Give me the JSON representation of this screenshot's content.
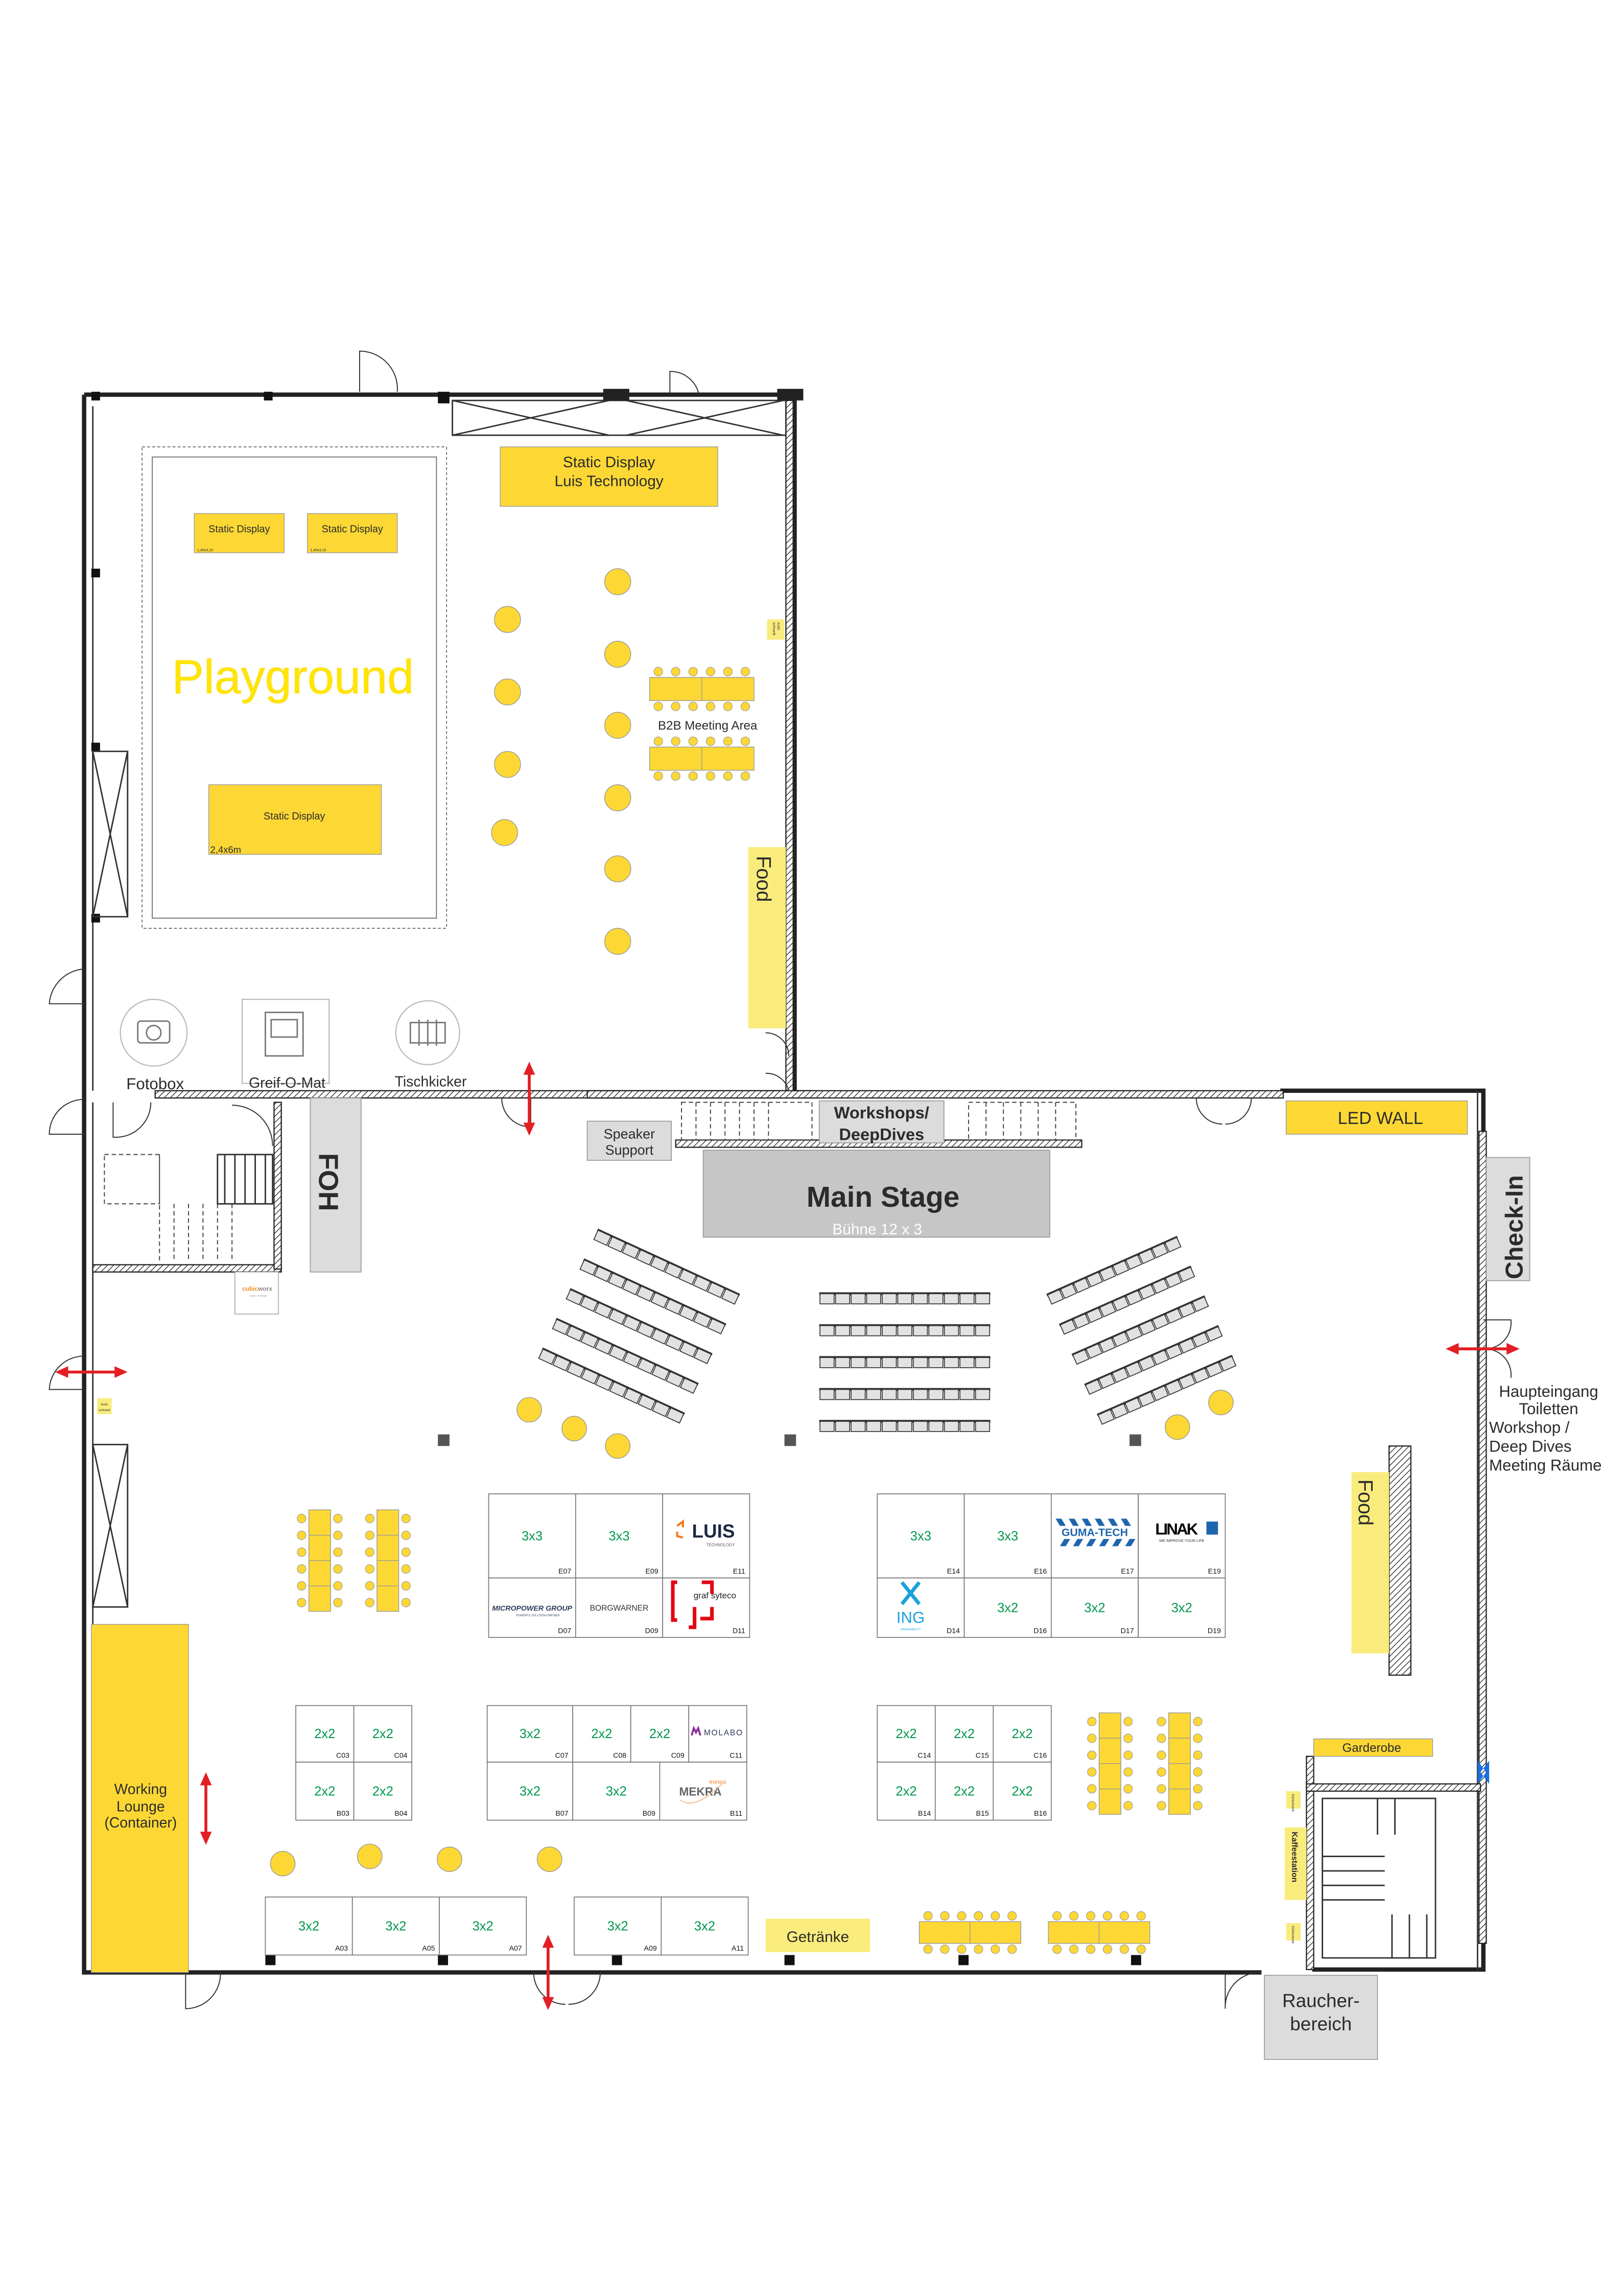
{
  "colors": {
    "yellow": "#fdd835",
    "light_yellow": "#f9ec7d",
    "gray": "#c6c6c6",
    "green": "#00994c",
    "red_arrow": "#e31e24",
    "playground": "#ffe600"
  },
  "upper_hall": {
    "playground": "Playground",
    "static_display_1": {
      "label": "Static Display",
      "size": "1,40x3,10"
    },
    "static_display_2": {
      "label": "Static Display",
      "size": "1,40x3,10"
    },
    "static_display_3": {
      "label": "Static Display",
      "size": "2,4x6m"
    },
    "static_display_luis": {
      "line1": "Static Display",
      "line2": "Luis Technology"
    },
    "b2b": "B2B Meeting Area",
    "food": "Food",
    "fridge": "Kühlschrank",
    "fridge_line1": "Kühl",
    "fridge_line2": "schrank",
    "fotobox": "Fotobox",
    "greif_o_mat": "Greif-O-Mat",
    "tischkicker": "Tischkicker"
  },
  "lower_hall": {
    "foh": "FOH",
    "speaker_support": {
      "line1": "Speaker",
      "line2": "Support"
    },
    "workshops": {
      "line1": "Workshops/",
      "line2": "DeepDives"
    },
    "main_stage": {
      "title": "Main Stage",
      "subtitle": "Bühne 12 x 3"
    },
    "led_wall": "LED WALL",
    "check_in": "Check-In",
    "entrance_info": [
      "Haupteingang",
      "Toiletten",
      "Workshop /",
      "Deep Dives",
      "Meeting Räume"
    ],
    "food": "Food",
    "working_lounge": [
      "Working",
      "Lounge",
      "(Container)"
    ],
    "getraenke": "Getränke",
    "garderobe": "Garderobe",
    "kaffeestation": "Kaffeestation",
    "raucherbereich": [
      "Raucher-",
      "bereich"
    ],
    "cubicworx": {
      "name1": "cubic",
      "name2": "worx",
      "tagline": "room of ideas"
    }
  },
  "booth_blocks": [
    {
      "name": "block-e-left",
      "booths": [
        {
          "id": "E07",
          "size": "3x3"
        },
        {
          "id": "E09",
          "size": "3x3"
        },
        {
          "id": "E11",
          "logo": "LUIS",
          "logo_sub": "TECHNOLOGY"
        },
        {
          "id": "D07",
          "logo": "MICROPOWER GROUP",
          "logo_sub": "POWERFUL SOLUTIONS PARTNER"
        },
        {
          "id": "D09",
          "logo": "BORGWARNER"
        },
        {
          "id": "D11",
          "logo": "graf syteco"
        }
      ]
    },
    {
      "name": "block-e-right",
      "booths": [
        {
          "id": "E14",
          "size": "3x3"
        },
        {
          "id": "E16",
          "size": "3x3"
        },
        {
          "id": "E17",
          "logo": "GUMA-TECH"
        },
        {
          "id": "E19",
          "logo": "LINAK",
          "logo_sub": "WE IMPROVE YOUR LIFE"
        },
        {
          "id": "D14",
          "logo": "XING",
          "logo_sub": "XINGMOBILITY"
        },
        {
          "id": "D16",
          "size": "3x2"
        },
        {
          "id": "D17",
          "size": "3x2"
        },
        {
          "id": "D19",
          "size": "3x2"
        }
      ]
    },
    {
      "name": "block-c-left",
      "booths": [
        {
          "id": "C03",
          "size": "2x2"
        },
        {
          "id": "C04",
          "size": "2x2"
        },
        {
          "id": "B03",
          "size": "2x2"
        },
        {
          "id": "B04",
          "size": "2x2"
        }
      ]
    },
    {
      "name": "block-c-middle",
      "booths": [
        {
          "id": "C07",
          "size": "3x2"
        },
        {
          "id": "C08",
          "size": "2x2"
        },
        {
          "id": "C09",
          "size": "2x2"
        },
        {
          "id": "C11",
          "logo": "MOLABO"
        },
        {
          "id": "B07",
          "size": "3x2"
        },
        {
          "id": "B09",
          "size": "3x2"
        },
        {
          "id": "B11",
          "logo": "MEKRA",
          "logo_sub": "tronics"
        }
      ]
    },
    {
      "name": "block-c-right",
      "booths": [
        {
          "id": "C14",
          "size": "2x2"
        },
        {
          "id": "C15",
          "size": "2x2"
        },
        {
          "id": "C16",
          "size": "2x2"
        },
        {
          "id": "B14",
          "size": "2x2"
        },
        {
          "id": "B15",
          "size": "2x2"
        },
        {
          "id": "B16",
          "size": "2x2"
        }
      ]
    },
    {
      "name": "block-a-left",
      "booths": [
        {
          "id": "A03",
          "size": "3x2"
        },
        {
          "id": "A05",
          "size": "3x2"
        },
        {
          "id": "A07",
          "size": "3x2"
        }
      ]
    },
    {
      "name": "block-a-right",
      "booths": [
        {
          "id": "A09",
          "size": "3x2"
        },
        {
          "id": "A11",
          "size": "3x2"
        }
      ]
    }
  ]
}
